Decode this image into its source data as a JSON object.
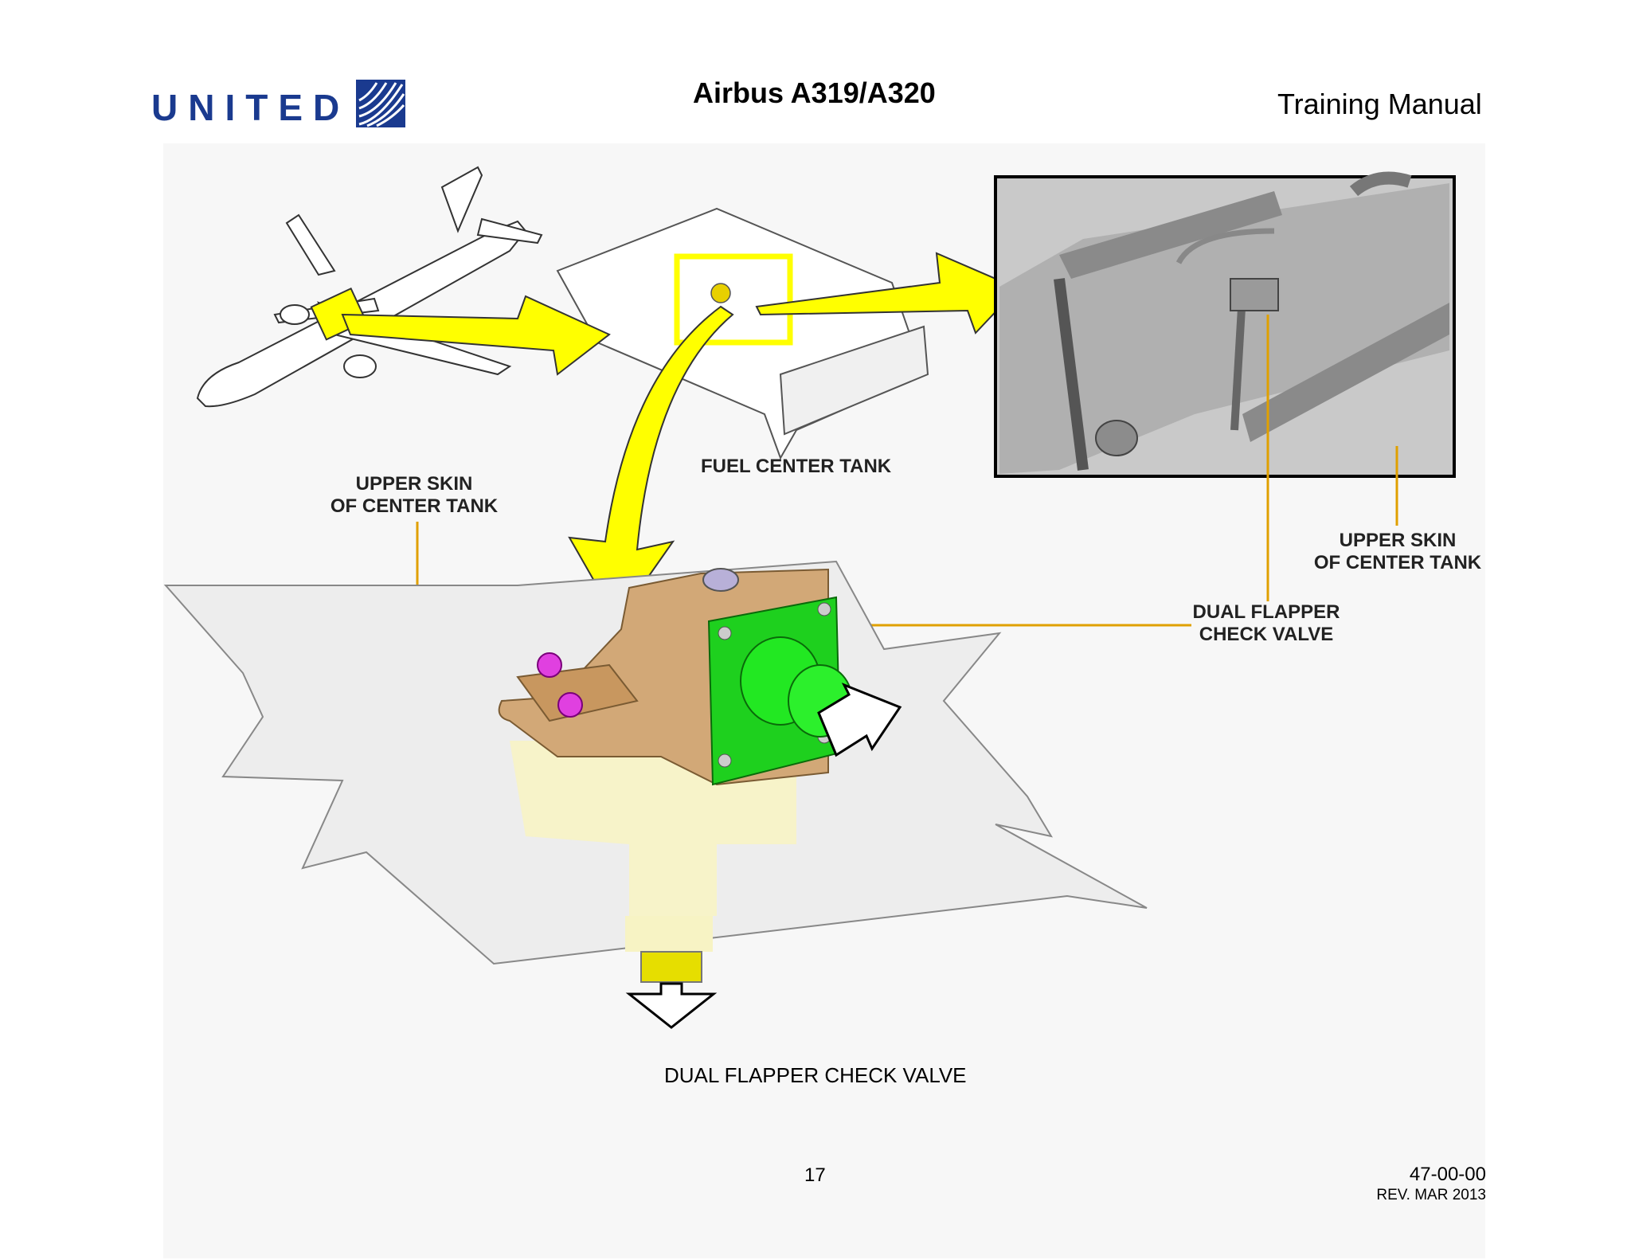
{
  "header": {
    "logo_text": "UNITED",
    "title": "Airbus A319/A320",
    "manual": "Training Manual"
  },
  "figure": {
    "fuel_center_tank_label": "FUEL CENTER TANK",
    "upper_skin_left": [
      "UPPER SKIN",
      "OF CENTER TANK"
    ],
    "upper_skin_right": [
      "UPPER SKIN",
      "OF CENTER TANK"
    ],
    "valve_callout": [
      "DUAL FLAPPER",
      "CHECK VALVE"
    ],
    "caption": "DUAL FLAPPER CHECK VALVE"
  },
  "footer": {
    "page_number": "17",
    "ata_chapter": "47-00-00",
    "revision": "REV. MAR 2013"
  },
  "colors": {
    "united_blue": "#1a3a8f",
    "arrow_yellow": "#ffff00",
    "callout_orange": "#e0a000",
    "valve_bronze": "#d2a877",
    "flange_green": "#1ed01e",
    "bolt_magenta": "#e040e0"
  }
}
